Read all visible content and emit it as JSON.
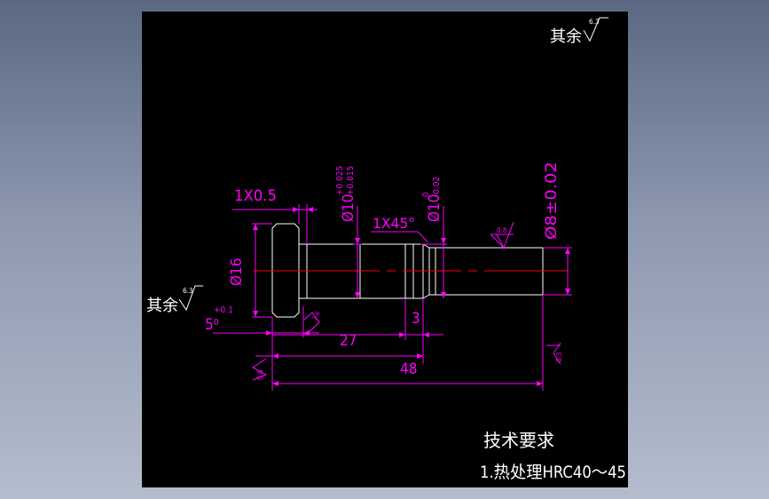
{
  "colors": {
    "background_gradient_top": "#5a6883",
    "background_gradient_bottom": "#b4bdcd",
    "canvas": "#000000",
    "part_outline": "#ffffff",
    "dimension": "#ff00ff",
    "centerline": "#ff0000",
    "annotation_text": "#ffffff"
  },
  "roughness_general": {
    "label": "其余",
    "value": "6.3"
  },
  "roughness_left": {
    "label": "其余",
    "value": "6.3"
  },
  "dimensions": {
    "chamfer_left": "1X0.5",
    "diameter_10_upper": "Ø10",
    "diameter_10_upper_tol_plus": "+0.025",
    "diameter_10_upper_tol_minus": "+0.015",
    "diameter_10_lower": "Ø10",
    "diameter_10_lower_tol_upper": "0",
    "diameter_10_lower_tol_lower": "-0.02",
    "chamfer_mid": "1X45°",
    "diameter_8": "Ø8±0.02",
    "diameter_16": "Ø16",
    "length_5": "5",
    "length_5_tol_plus": "+0.1",
    "length_5_tol_minus": "0",
    "length_27": "27",
    "length_3": "3",
    "length_48": "48"
  },
  "surface_marks": {
    "top_right_step": "0.8",
    "left_face": "0.8",
    "right_end": "6.3",
    "flange_bottom": "1.6"
  },
  "technical_requirements": {
    "title": "技术要求",
    "item_1": "1.热处理HRC40～45"
  }
}
